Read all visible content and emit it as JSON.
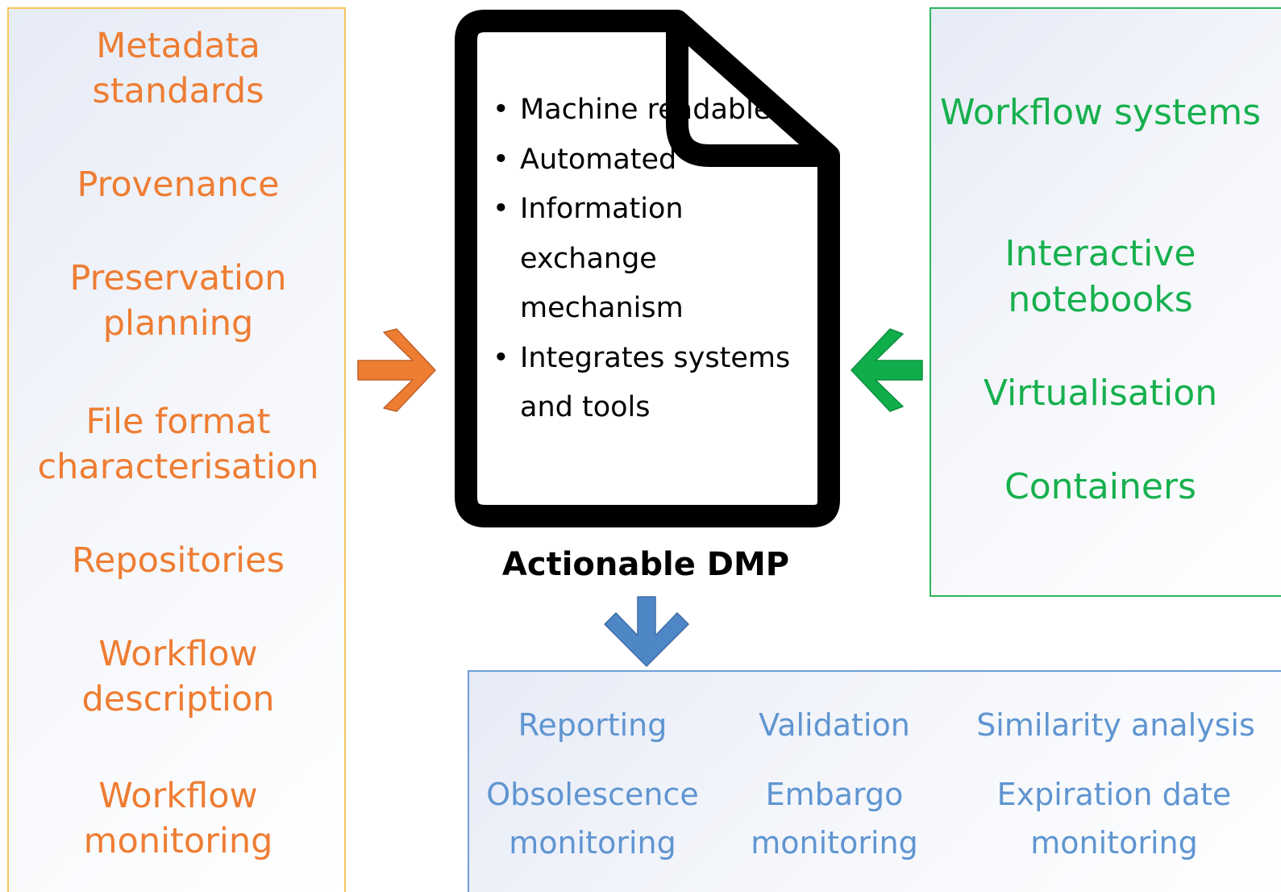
{
  "left_panel": {
    "items": [
      "Metadata standards",
      "Provenance",
      "Preservation planning",
      "File format characterisation",
      "Repositories",
      "Workflow description",
      "Workflow monitoring"
    ],
    "color": "#ee7d33",
    "border_color": "#f6c55c"
  },
  "right_panel": {
    "items": [
      "Workflow systems",
      "Interactive notebooks",
      "Virtualisation",
      "Containers"
    ],
    "color": "#17b04e",
    "border_color": "#2cb659"
  },
  "document": {
    "bullets": [
      "Machine readable",
      "Automated",
      "Information exchange mechanism",
      "Integrates systems and tools"
    ],
    "title": "Actionable DMP"
  },
  "bottom_panel": {
    "items": [
      "Reporting",
      "Validation",
      "Similarity analysis",
      "Obsolescence monitoring",
      "Embargo monitoring",
      "Expiration date monitoring"
    ],
    "color": "#5f95d1",
    "border_color": "#6d9fd6"
  },
  "arrows": {
    "left_color": "#ed7d31",
    "right_color": "#0fae4b",
    "down_color": "#4f86c6"
  }
}
